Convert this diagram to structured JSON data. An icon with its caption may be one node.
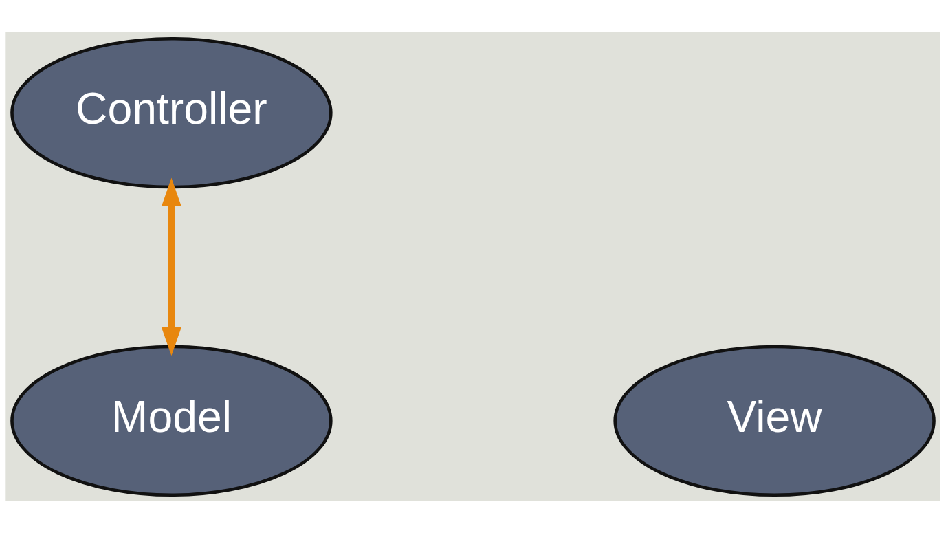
{
  "diagram": {
    "nodes": [
      {
        "text": [
          "Controller"
        ]
      },
      {
        "text": [
          "Model"
        ]
      },
      {
        "text": [
          "View"
        ]
      }
    ],
    "edges": [
      {
        "from": 1,
        "to": 0,
        "arrow": "both",
        "color": "#e8870e"
      }
    ]
  }
}
